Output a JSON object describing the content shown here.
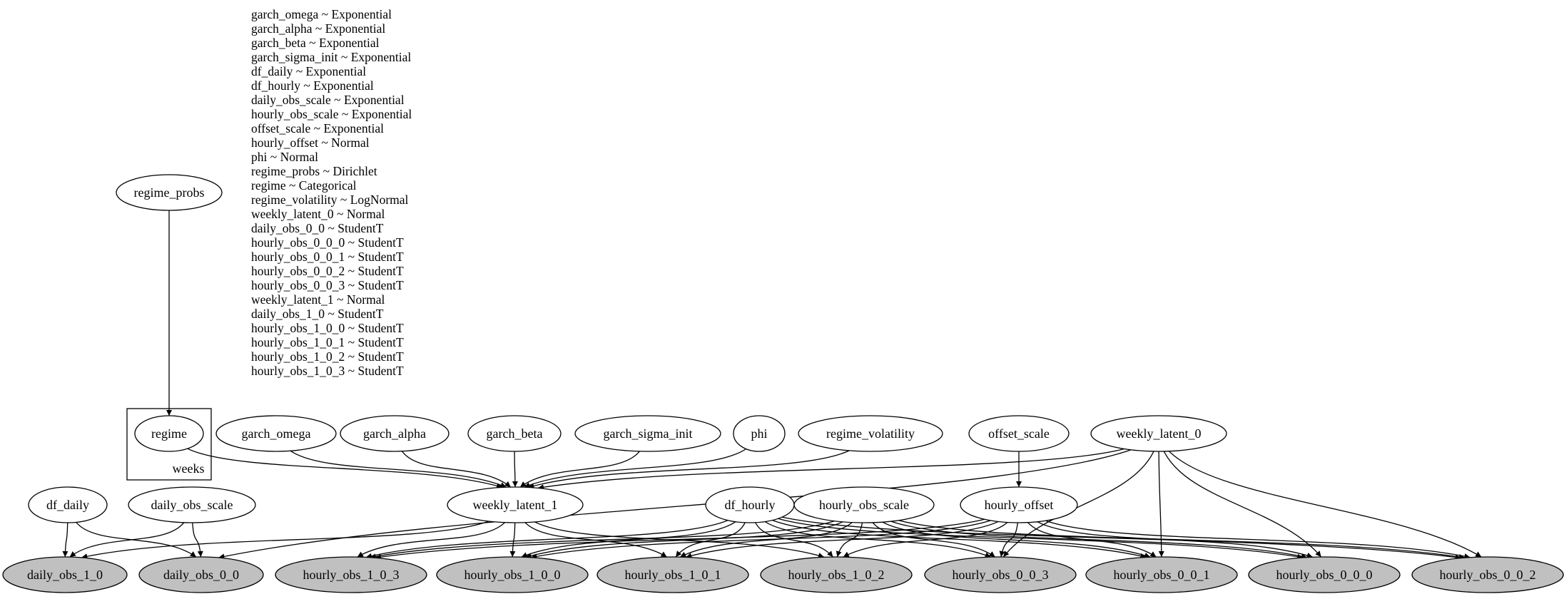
{
  "spec_lines": [
    "garch_omega ~ Exponential",
    "garch_alpha ~ Exponential",
    "garch_beta ~ Exponential",
    "garch_sigma_init ~ Exponential",
    "df_daily ~ Exponential",
    "df_hourly ~ Exponential",
    "daily_obs_scale ~ Exponential",
    "hourly_obs_scale ~ Exponential",
    "offset_scale ~ Exponential",
    "hourly_offset ~ Normal",
    "phi ~ Normal",
    "regime_probs ~ Dirichlet",
    "regime ~ Categorical",
    "regime_volatility ~ LogNormal",
    "weekly_latent_0 ~ Normal",
    "daily_obs_0_0 ~ StudentT",
    "hourly_obs_0_0_0 ~ StudentT",
    "hourly_obs_0_0_1 ~ StudentT",
    "hourly_obs_0_0_2 ~ StudentT",
    "hourly_obs_0_0_3 ~ StudentT",
    "weekly_latent_1 ~ Normal",
    "daily_obs_1_0 ~ StudentT",
    "hourly_obs_1_0_0 ~ StudentT",
    "hourly_obs_1_0_1 ~ StudentT",
    "hourly_obs_1_0_2 ~ StudentT",
    "hourly_obs_1_0_3 ~ StudentT"
  ],
  "plate": {
    "label": "weeks"
  },
  "observed_fill": "#c0c0c0",
  "latent_fill": "#ffffff",
  "nodes": [
    {
      "id": "regime_probs",
      "label": "regime_probs",
      "observed": false
    },
    {
      "id": "regime",
      "label": "regime",
      "observed": false
    },
    {
      "id": "garch_omega",
      "label": "garch_omega",
      "observed": false
    },
    {
      "id": "garch_alpha",
      "label": "garch_alpha",
      "observed": false
    },
    {
      "id": "garch_beta",
      "label": "garch_beta",
      "observed": false
    },
    {
      "id": "garch_sigma_init",
      "label": "garch_sigma_init",
      "observed": false
    },
    {
      "id": "phi",
      "label": "phi",
      "observed": false
    },
    {
      "id": "regime_volatility",
      "label": "regime_volatility",
      "observed": false
    },
    {
      "id": "offset_scale",
      "label": "offset_scale",
      "observed": false
    },
    {
      "id": "weekly_latent_0",
      "label": "weekly_latent_0",
      "observed": false
    },
    {
      "id": "df_daily",
      "label": "df_daily",
      "observed": false
    },
    {
      "id": "daily_obs_scale",
      "label": "daily_obs_scale",
      "observed": false
    },
    {
      "id": "weekly_latent_1",
      "label": "weekly_latent_1",
      "observed": false
    },
    {
      "id": "df_hourly",
      "label": "df_hourly",
      "observed": false
    },
    {
      "id": "hourly_obs_scale",
      "label": "hourly_obs_scale",
      "observed": false
    },
    {
      "id": "hourly_offset",
      "label": "hourly_offset",
      "observed": false
    },
    {
      "id": "daily_obs_1_0",
      "label": "daily_obs_1_0",
      "observed": true
    },
    {
      "id": "daily_obs_0_0",
      "label": "daily_obs_0_0",
      "observed": true
    },
    {
      "id": "hourly_obs_1_0_3",
      "label": "hourly_obs_1_0_3",
      "observed": true
    },
    {
      "id": "hourly_obs_1_0_0",
      "label": "hourly_obs_1_0_0",
      "observed": true
    },
    {
      "id": "hourly_obs_1_0_1",
      "label": "hourly_obs_1_0_1",
      "observed": true
    },
    {
      "id": "hourly_obs_1_0_2",
      "label": "hourly_obs_1_0_2",
      "observed": true
    },
    {
      "id": "hourly_obs_0_0_3",
      "label": "hourly_obs_0_0_3",
      "observed": true
    },
    {
      "id": "hourly_obs_0_0_1",
      "label": "hourly_obs_0_0_1",
      "observed": true
    },
    {
      "id": "hourly_obs_0_0_0",
      "label": "hourly_obs_0_0_0",
      "observed": true
    },
    {
      "id": "hourly_obs_0_0_2",
      "label": "hourly_obs_0_0_2",
      "observed": true
    }
  ],
  "edges": [
    [
      "regime_probs",
      "regime"
    ],
    [
      "regime",
      "weekly_latent_1"
    ],
    [
      "garch_omega",
      "weekly_latent_1"
    ],
    [
      "garch_alpha",
      "weekly_latent_1"
    ],
    [
      "garch_beta",
      "weekly_latent_1"
    ],
    [
      "garch_sigma_init",
      "weekly_latent_1"
    ],
    [
      "phi",
      "weekly_latent_1"
    ],
    [
      "regime_volatility",
      "weekly_latent_1"
    ],
    [
      "weekly_latent_0",
      "weekly_latent_1"
    ],
    [
      "offset_scale",
      "hourly_offset"
    ],
    [
      "df_daily",
      "daily_obs_1_0"
    ],
    [
      "df_daily",
      "daily_obs_0_0"
    ],
    [
      "daily_obs_scale",
      "daily_obs_1_0"
    ],
    [
      "daily_obs_scale",
      "daily_obs_0_0"
    ],
    [
      "weekly_latent_1",
      "daily_obs_1_0"
    ],
    [
      "weekly_latent_1",
      "hourly_obs_1_0_3"
    ],
    [
      "weekly_latent_1",
      "hourly_obs_1_0_0"
    ],
    [
      "weekly_latent_1",
      "hourly_obs_1_0_1"
    ],
    [
      "weekly_latent_1",
      "hourly_obs_1_0_2"
    ],
    [
      "weekly_latent_0",
      "daily_obs_0_0"
    ],
    [
      "weekly_latent_0",
      "hourly_obs_0_0_3"
    ],
    [
      "weekly_latent_0",
      "hourly_obs_0_0_1"
    ],
    [
      "weekly_latent_0",
      "hourly_obs_0_0_0"
    ],
    [
      "weekly_latent_0",
      "hourly_obs_0_0_2"
    ],
    [
      "df_hourly",
      "hourly_obs_1_0_3"
    ],
    [
      "df_hourly",
      "hourly_obs_1_0_0"
    ],
    [
      "df_hourly",
      "hourly_obs_1_0_1"
    ],
    [
      "df_hourly",
      "hourly_obs_1_0_2"
    ],
    [
      "df_hourly",
      "hourly_obs_0_0_3"
    ],
    [
      "df_hourly",
      "hourly_obs_0_0_1"
    ],
    [
      "df_hourly",
      "hourly_obs_0_0_0"
    ],
    [
      "df_hourly",
      "hourly_obs_0_0_2"
    ],
    [
      "hourly_obs_scale",
      "hourly_obs_1_0_3"
    ],
    [
      "hourly_obs_scale",
      "hourly_obs_1_0_0"
    ],
    [
      "hourly_obs_scale",
      "hourly_obs_1_0_1"
    ],
    [
      "hourly_obs_scale",
      "hourly_obs_1_0_2"
    ],
    [
      "hourly_obs_scale",
      "hourly_obs_0_0_3"
    ],
    [
      "hourly_obs_scale",
      "hourly_obs_0_0_1"
    ],
    [
      "hourly_obs_scale",
      "hourly_obs_0_0_0"
    ],
    [
      "hourly_obs_scale",
      "hourly_obs_0_0_2"
    ],
    [
      "hourly_offset",
      "hourly_obs_1_0_3"
    ],
    [
      "hourly_offset",
      "hourly_obs_1_0_0"
    ],
    [
      "hourly_offset",
      "hourly_obs_1_0_1"
    ],
    [
      "hourly_offset",
      "hourly_obs_1_0_2"
    ],
    [
      "hourly_offset",
      "hourly_obs_0_0_3"
    ],
    [
      "hourly_offset",
      "hourly_obs_0_0_1"
    ],
    [
      "hourly_offset",
      "hourly_obs_0_0_0"
    ],
    [
      "hourly_offset",
      "hourly_obs_0_0_2"
    ]
  ]
}
